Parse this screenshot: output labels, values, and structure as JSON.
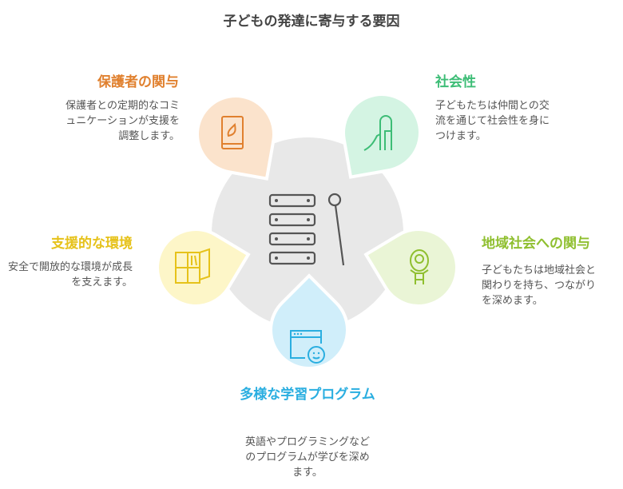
{
  "title": "子どもの発達に寄与する要因",
  "factors": [
    {
      "heading": "保護者の関与",
      "desc": "保護者との定期的なコミュニケーションが支援を調整します。",
      "color": "#e0802e",
      "bg": "#fbe3cc",
      "icon": "book-icon"
    },
    {
      "heading": "社会性",
      "desc": "子どもたちは仲間との交流を通じて社会性を身につけます。",
      "color": "#3dbd76",
      "bg": "#d4f4e3",
      "icon": "slide-icon"
    },
    {
      "heading": "支援的な環境",
      "desc": "安全で開放的な環境が成長を支えます。",
      "color": "#e6c21a",
      "bg": "#fdf6c8",
      "icon": "shelf-icon"
    },
    {
      "heading": "地域社会への関与",
      "desc": "子どもたちは地域社会と関わりを持ち、つながりを深めます。",
      "color": "#8fbf2f",
      "bg": "#eaf5d6",
      "icon": "jump-rope-icon"
    },
    {
      "heading": "多様な学習プログラム",
      "desc": "英語やプログラミングなどのプログラムが学びを深めます。",
      "color": "#2aaee0",
      "bg": "#d0eefa",
      "icon": "browser-child-icon"
    }
  ]
}
